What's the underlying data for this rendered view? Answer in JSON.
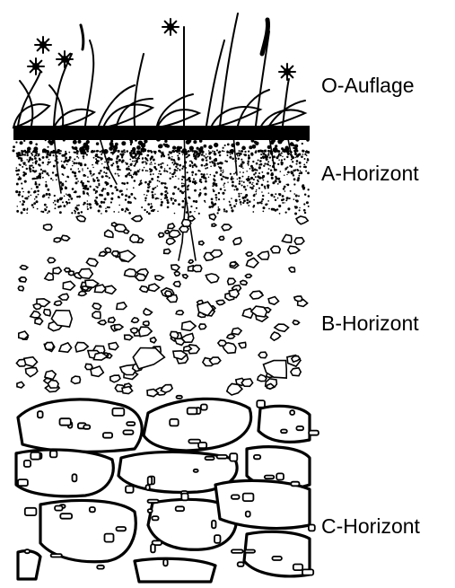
{
  "labels": {
    "o": "O-Auflage",
    "a": "A-Horizont",
    "b": "B-Horizont",
    "c": "C-Horizont"
  },
  "colors": {
    "ink": "#000000",
    "paper": "#ffffff"
  }
}
